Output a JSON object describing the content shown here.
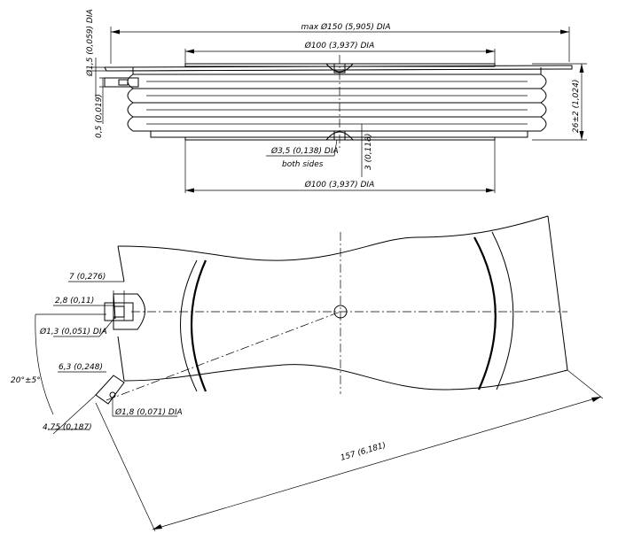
{
  "side_view": {
    "max_diameter_label": "max Ø150 (5,905) DIA",
    "top_diameter_label": "Ø100 (3,937) DIA",
    "bottom_diameter_label": "Ø100 (3,937) DIA",
    "hole_diameter_label": "Ø3,5 (0,138) DIA",
    "hole_note": "both sides",
    "hole_depth_label": "3 (0,118)",
    "height_label": "26±2 (1,024)",
    "flange_thickness_label": "Ø1,5 (0,059) DIA",
    "gap_label": "0,5 (0,019)"
  },
  "top_view": {
    "lead_width_label": "7 (0,276)",
    "terminal_width_label": "2,8 (0,11)",
    "terminal_hole_label": "Ø1,3 (0,051) DIA",
    "angle_label": "20°±5°",
    "gate_width_label": "6,3 (0,248)",
    "gate_offset_label": "4,75 (0,187)",
    "gate_hole_label": "Ø1,8 (0,071) DIA",
    "lead_length_label": "157 (6,181)"
  }
}
